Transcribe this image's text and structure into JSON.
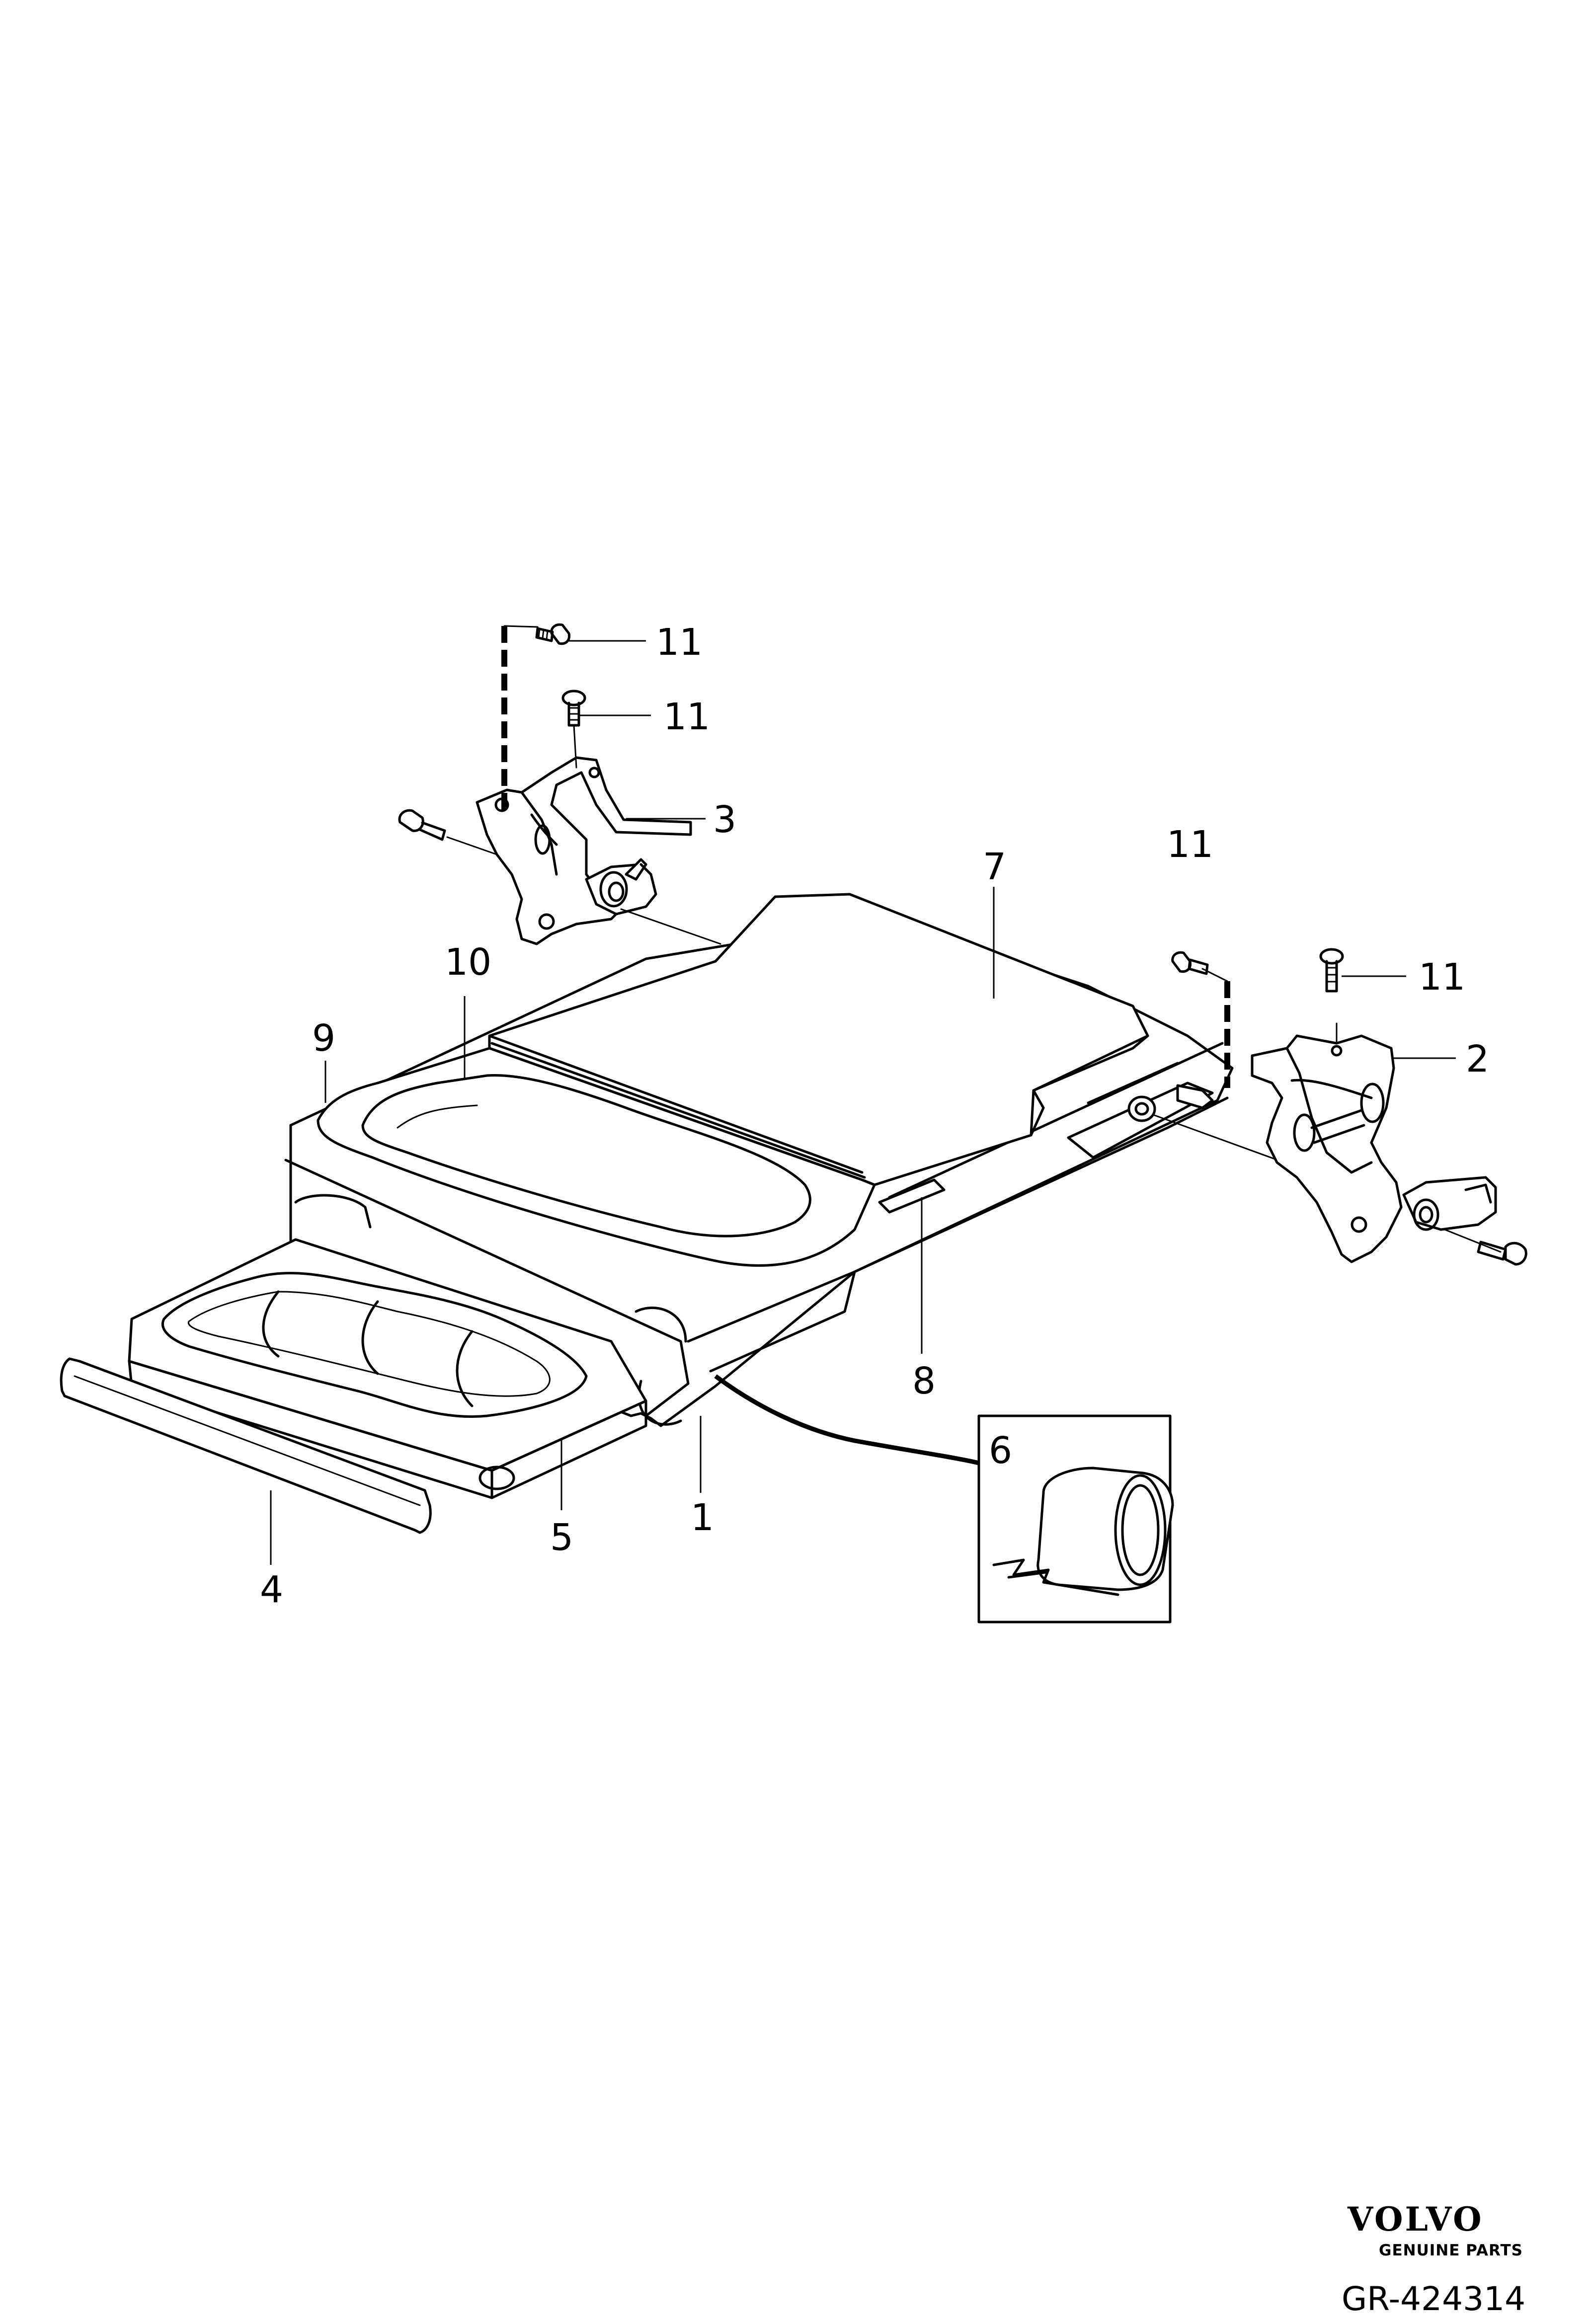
{
  "callouts": {
    "c1": "1",
    "c2": "2",
    "c3": "3",
    "c4": "4",
    "c5": "5",
    "c6": "6",
    "c7": "7",
    "c8": "8",
    "c9": "9",
    "c10": "10",
    "c11a": "11",
    "c11b": "11",
    "c11c": "11",
    "c11d": "11"
  },
  "brand": {
    "name": "VOLVO",
    "tagline": "GENUINE PARTS"
  },
  "reference": "GR-424314"
}
